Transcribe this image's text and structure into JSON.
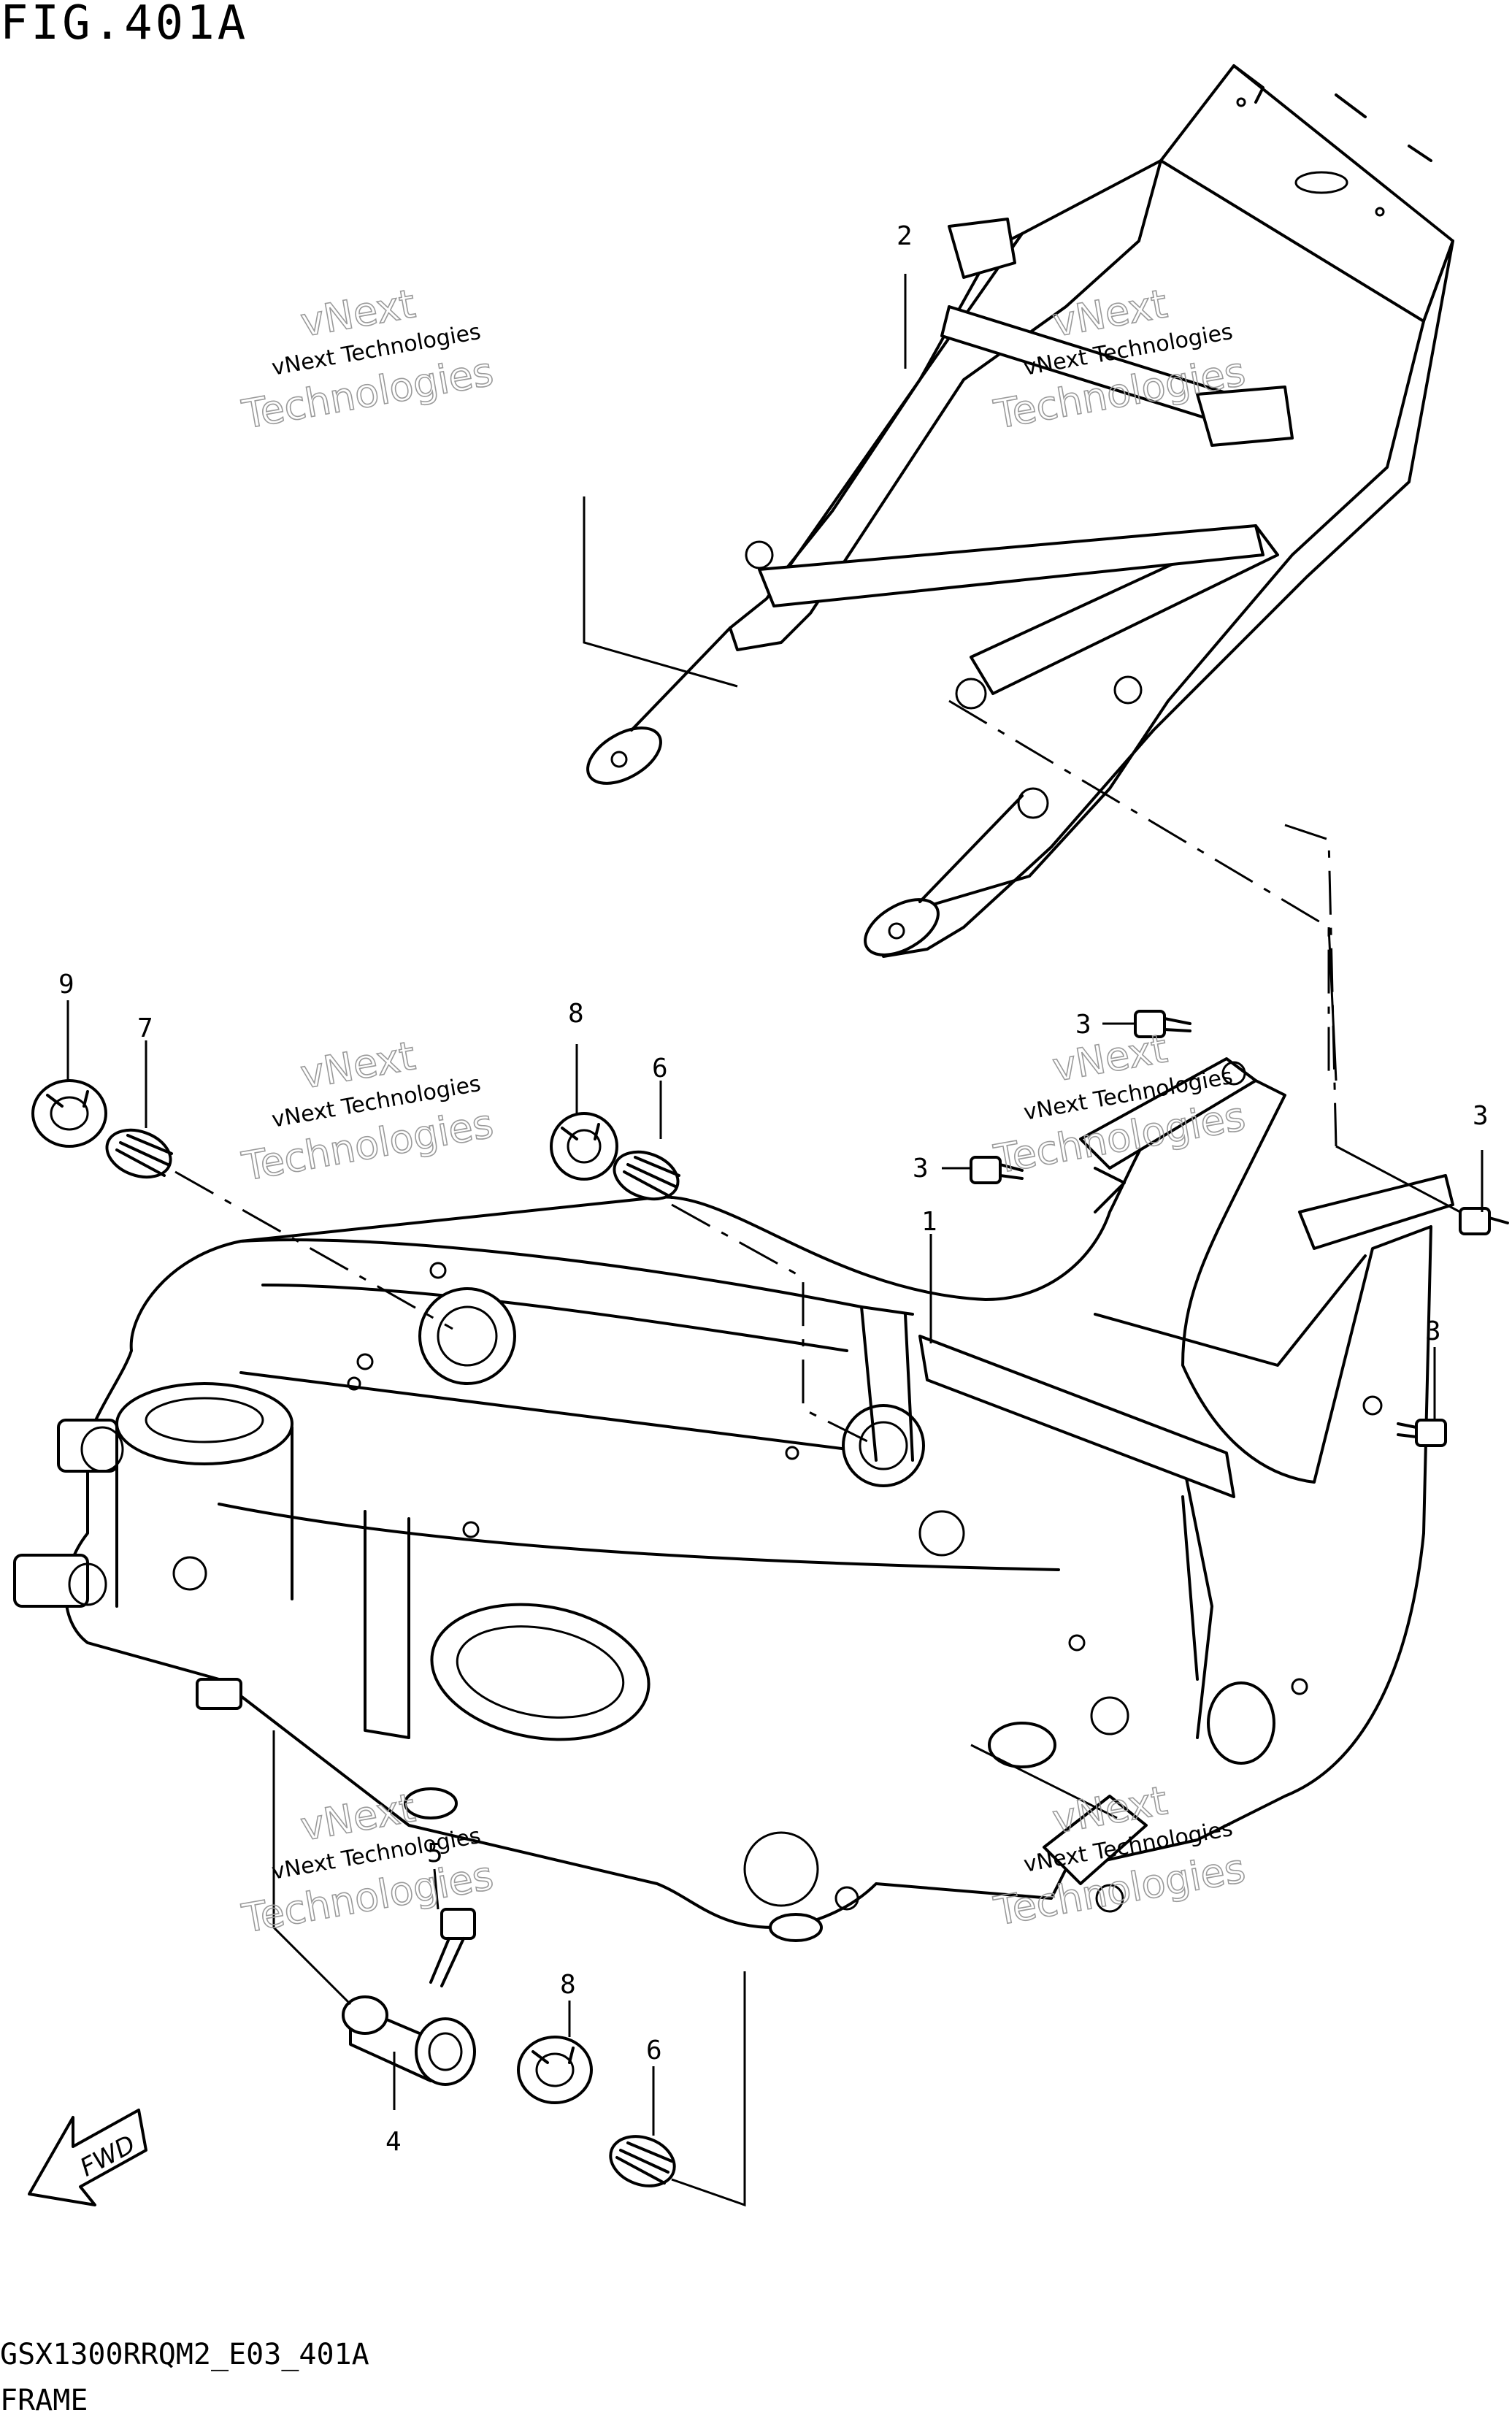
{
  "figure": {
    "title": "FIG.401A",
    "code": "GSX1300RRQM2_E03_401A",
    "name": "FRAME"
  },
  "watermark": {
    "company": "vNext",
    "subtitle": "vNext Technologies",
    "word": "Technologies"
  },
  "callouts": [
    "1",
    "2",
    "3",
    "3",
    "3",
    "3",
    "4",
    "5",
    "6",
    "6",
    "7",
    "8",
    "8",
    "9"
  ],
  "fwd_label": "FWD"
}
